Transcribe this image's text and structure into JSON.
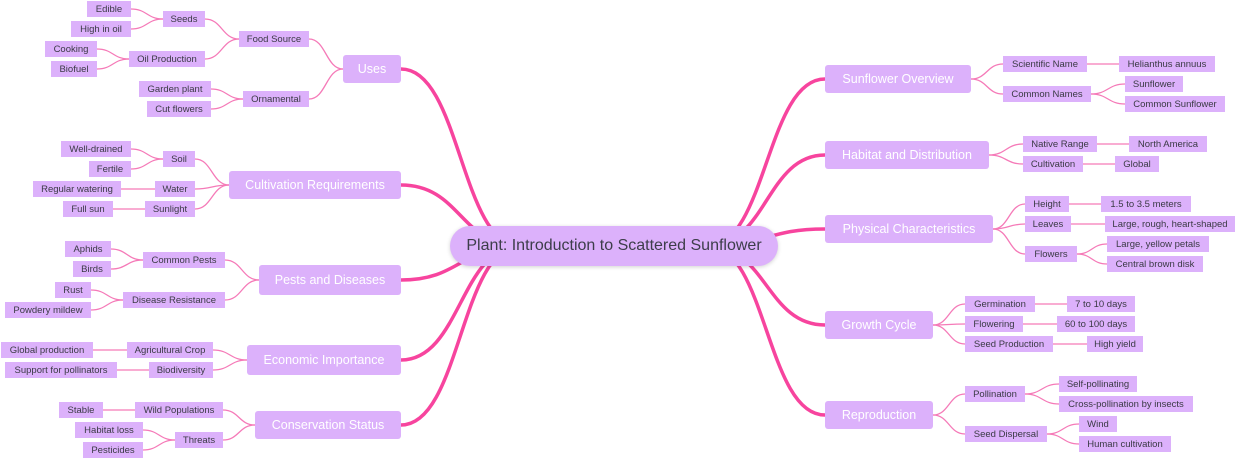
{
  "root": {
    "label": "Plant: Introduction to Scattered Sunflower"
  },
  "colors": {
    "node_fill": "#dcb1fb",
    "main_link": "#f7449e",
    "sub_link": "#f57ab8",
    "main_text": "#ffffff",
    "sub_text": "#3a3a44"
  },
  "left_branches": [
    {
      "label": "Uses",
      "children": [
        {
          "label": "Food Source",
          "children": [
            {
              "label": "Seeds",
              "children": [
                {
                  "label": "Edible"
                },
                {
                  "label": "High in oil"
                }
              ]
            },
            {
              "label": "Oil Production",
              "children": [
                {
                  "label": "Cooking"
                },
                {
                  "label": "Biofuel"
                }
              ]
            }
          ]
        },
        {
          "label": "Ornamental",
          "children": [
            {
              "label": "Garden plant"
            },
            {
              "label": "Cut flowers"
            }
          ]
        }
      ]
    },
    {
      "label": "Cultivation Requirements",
      "children": [
        {
          "label": "Soil",
          "children": [
            {
              "label": "Well-drained"
            },
            {
              "label": "Fertile"
            }
          ]
        },
        {
          "label": "Water",
          "children": [
            {
              "label": "Regular watering"
            }
          ]
        },
        {
          "label": "Sunlight",
          "children": [
            {
              "label": "Full sun"
            }
          ]
        }
      ]
    },
    {
      "label": "Pests and Diseases",
      "children": [
        {
          "label": "Common Pests",
          "children": [
            {
              "label": "Aphids"
            },
            {
              "label": "Birds"
            }
          ]
        },
        {
          "label": "Disease Resistance",
          "children": [
            {
              "label": "Rust"
            },
            {
              "label": "Powdery mildew"
            }
          ]
        }
      ]
    },
    {
      "label": "Economic Importance",
      "children": [
        {
          "label": "Agricultural Crop",
          "children": [
            {
              "label": "Global production"
            }
          ]
        },
        {
          "label": "Biodiversity",
          "children": [
            {
              "label": "Support for pollinators"
            }
          ]
        }
      ]
    },
    {
      "label": "Conservation Status",
      "children": [
        {
          "label": "Wild Populations",
          "children": [
            {
              "label": "Stable"
            }
          ]
        },
        {
          "label": "Threats",
          "children": [
            {
              "label": "Habitat loss"
            },
            {
              "label": "Pesticides"
            }
          ]
        }
      ]
    }
  ],
  "right_branches": [
    {
      "label": "Sunflower Overview",
      "children": [
        {
          "label": "Scientific Name",
          "children": [
            {
              "label": "Helianthus annuus"
            }
          ]
        },
        {
          "label": "Common Names",
          "children": [
            {
              "label": "Sunflower"
            },
            {
              "label": "Common Sunflower"
            }
          ]
        }
      ]
    },
    {
      "label": "Habitat and Distribution",
      "children": [
        {
          "label": "Native Range",
          "children": [
            {
              "label": "North America"
            }
          ]
        },
        {
          "label": "Cultivation",
          "children": [
            {
              "label": "Global"
            }
          ]
        }
      ]
    },
    {
      "label": "Physical Characteristics",
      "children": [
        {
          "label": "Height",
          "children": [
            {
              "label": "1.5 to 3.5 meters"
            }
          ]
        },
        {
          "label": "Leaves",
          "children": [
            {
              "label": "Large, rough, heart-shaped"
            }
          ]
        },
        {
          "label": "Flowers",
          "children": [
            {
              "label": "Large, yellow petals"
            },
            {
              "label": "Central brown disk"
            }
          ]
        }
      ]
    },
    {
      "label": "Growth Cycle",
      "children": [
        {
          "label": "Germination",
          "children": [
            {
              "label": "7 to 10 days"
            }
          ]
        },
        {
          "label": "Flowering",
          "children": [
            {
              "label": "60 to 100 days"
            }
          ]
        },
        {
          "label": "Seed Production",
          "children": [
            {
              "label": "High yield"
            }
          ]
        }
      ]
    },
    {
      "label": "Reproduction",
      "children": [
        {
          "label": "Pollination",
          "children": [
            {
              "label": "Self-pollinating"
            },
            {
              "label": "Cross-pollination by insects"
            }
          ]
        },
        {
          "label": "Seed Dispersal",
          "children": [
            {
              "label": "Wind"
            },
            {
              "label": "Human cultivation"
            }
          ]
        }
      ]
    }
  ]
}
